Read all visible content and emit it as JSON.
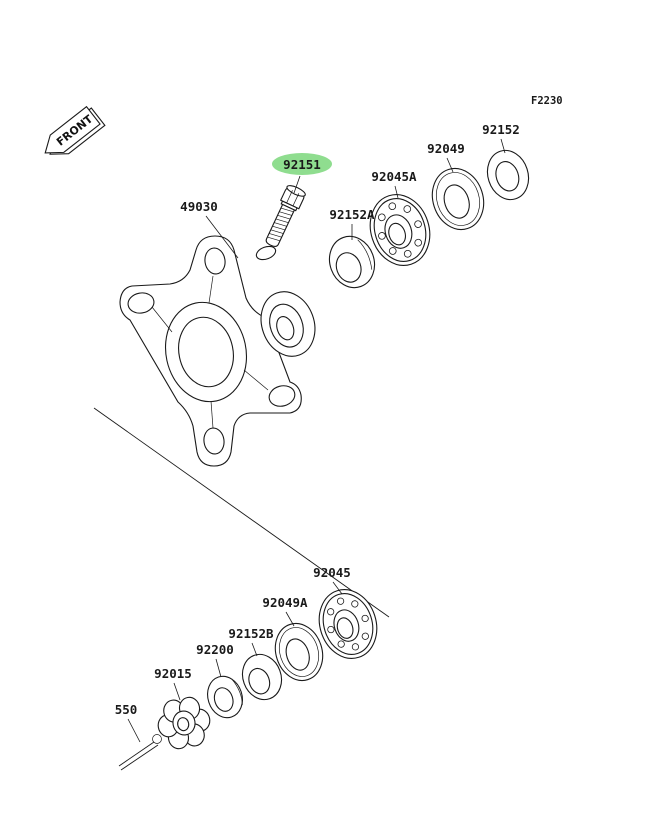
{
  "figure": {
    "code": "F2230",
    "front_label": "FRONT"
  },
  "highlight": {
    "color": "#8fdd8f",
    "selected_part": "92151"
  },
  "parts": {
    "bolt": {
      "label": "92151"
    },
    "hub": {
      "label": "49030"
    },
    "collar_upper": {
      "label": "92152A"
    },
    "bearing_upper": {
      "label": "92045A"
    },
    "seal_upper": {
      "label": "92049"
    },
    "seal_outer": {
      "label": "92152"
    },
    "bearing_lower": {
      "label": "92045"
    },
    "seal_lower": {
      "label": "92049A"
    },
    "collar_lower": {
      "label": "92152B"
    },
    "washer": {
      "label": "92200"
    },
    "castle_nut": {
      "label": "92015"
    },
    "cotter_pin": {
      "label": "550"
    }
  }
}
